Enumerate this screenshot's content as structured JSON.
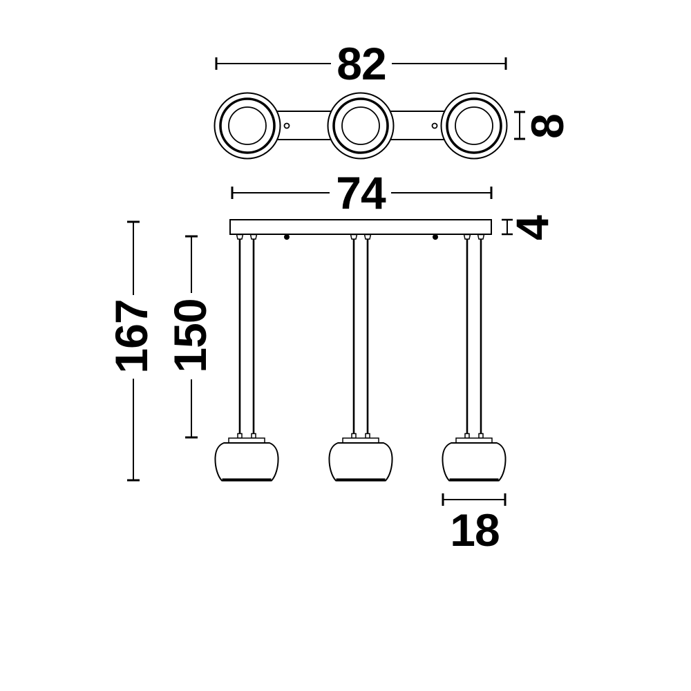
{
  "drawing": {
    "description": "Technical dimension drawing of a 3-light pendant luminaire, top view and front elevation",
    "colors": {
      "line": "#000000",
      "background": "#ffffff"
    },
    "dimensions": {
      "top_view_width": "82",
      "top_view_depth": "8",
      "canopy_width": "74",
      "canopy_thickness": "4",
      "overall_drop": "167",
      "cord_length": "150",
      "shade_diameter": "18"
    }
  }
}
